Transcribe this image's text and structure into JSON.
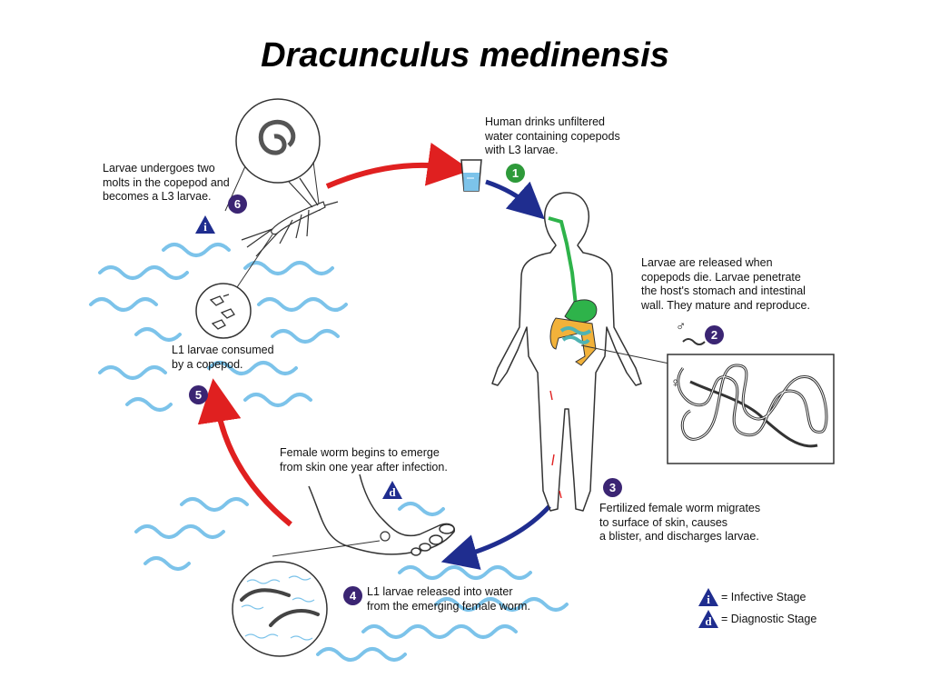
{
  "title": "Dracunculus medinensis",
  "colors": {
    "purple": "#3b2573",
    "green": "#2e9a3a",
    "red": "#e02020",
    "navy": "#1f2d8f",
    "water": "#7cc3ea",
    "gut_green": "#2eb34a",
    "gut_orange": "#f2b23a",
    "gut_teal": "#4fb3b3"
  },
  "steps": [
    {
      "num": "1",
      "text": "Human drinks unfiltered\nwater containing copepods\nwith L3 larvae."
    },
    {
      "num": "2",
      "text": "Larvae are released when\ncopepods die.  Larvae penetrate\nthe host's stomach and intestinal\nwall.  They mature and reproduce."
    },
    {
      "num": "3",
      "text": "Fertilized female worm migrates\nto surface of skin, causes\na blister, and discharges larvae."
    },
    {
      "num": "4",
      "text": "L1 larvae released into water\nfrom the emerging female worm."
    },
    {
      "num": "5",
      "text": "L1 larvae consumed\nby a copepod."
    },
    {
      "num": "6",
      "text": "Larvae undergoes two\nmolts in the copepod and\nbecomes a L3 larvae."
    }
  ],
  "stage_marks": {
    "infective": "i",
    "diagnostic": "d"
  },
  "emerge_text": "Female worm begins to emerge\nfrom skin one year after infection.",
  "sex_symbols": {
    "male": "♂",
    "female": "♀"
  },
  "legend": {
    "infective": "= Infective Stage",
    "diagnostic": "= Diagnostic Stage"
  }
}
